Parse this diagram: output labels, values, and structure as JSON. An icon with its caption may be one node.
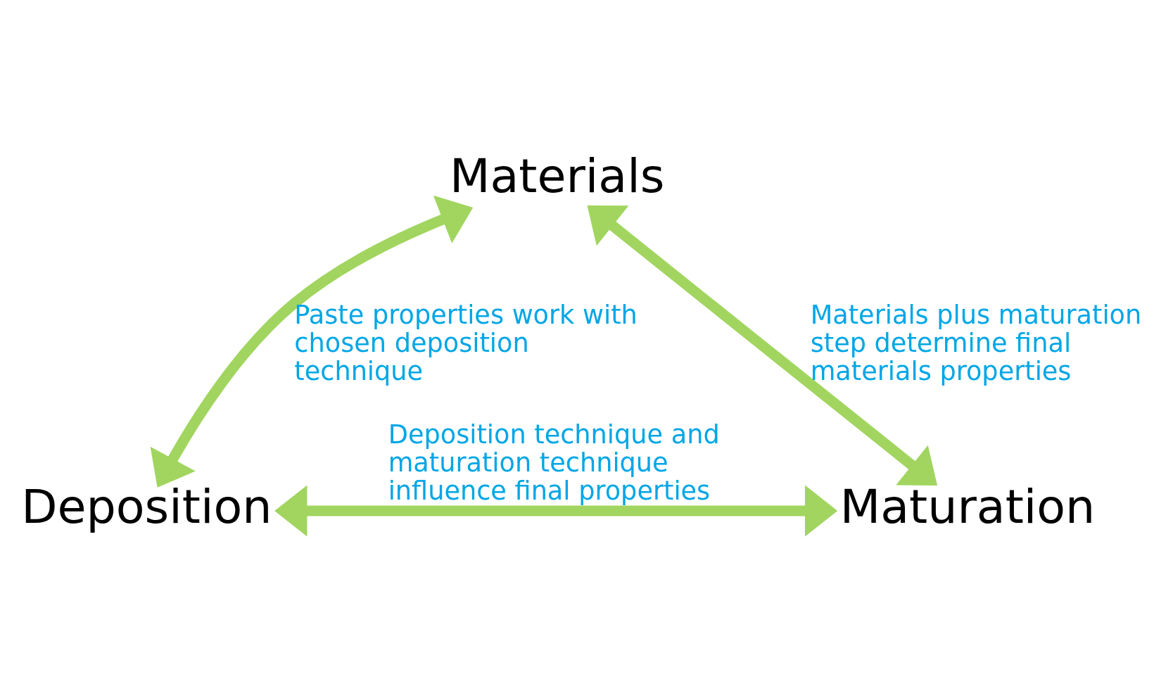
{
  "diagram": {
    "nodes": [
      {
        "text": [
          "Materials"
        ]
      },
      {
        "text": [
          "Deposition"
        ]
      },
      {
        "text": [
          "Maturation"
        ]
      }
    ],
    "edges": [
      {
        "from": 0,
        "to": 1,
        "arrow": "both",
        "label": "Paste properties work with chosen deposition technique"
      },
      {
        "from": 0,
        "to": 2,
        "arrow": "both",
        "label": "Materials plus maturation step determine final materials properties"
      },
      {
        "from": 1,
        "to": 2,
        "arrow": "both",
        "label": "Deposition technique and maturation technique influence final properties"
      }
    ]
  }
}
